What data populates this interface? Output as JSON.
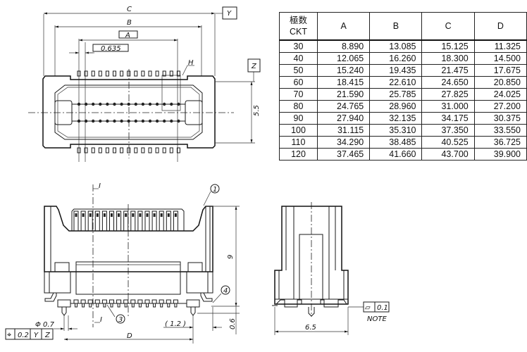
{
  "dimension_table": {
    "header_ckt_jp": "極数",
    "header_ckt_en": "CKT",
    "columns": [
      "A",
      "B",
      "C",
      "D"
    ],
    "rows": [
      {
        "ckt": "30",
        "values": [
          "8.890",
          "13.085",
          "15.125",
          "11.325"
        ]
      },
      {
        "ckt": "40",
        "values": [
          "12.065",
          "16.260",
          "18.300",
          "14.500"
        ]
      },
      {
        "ckt": "50",
        "values": [
          "15.240",
          "19.435",
          "21.475",
          "17.675"
        ]
      },
      {
        "ckt": "60",
        "values": [
          "18.415",
          "22.610",
          "24.650",
          "20.850"
        ]
      },
      {
        "ckt": "70",
        "values": [
          "21.590",
          "25.785",
          "27.825",
          "24.025"
        ]
      },
      {
        "ckt": "80",
        "values": [
          "24.765",
          "28.960",
          "31.000",
          "27.200"
        ]
      },
      {
        "ckt": "90",
        "values": [
          "27.940",
          "32.135",
          "34.175",
          "30.375"
        ]
      },
      {
        "ckt": "100",
        "values": [
          "31.115",
          "35.310",
          "37.350",
          "33.550"
        ]
      },
      {
        "ckt": "110",
        "values": [
          "34.290",
          "38.485",
          "40.525",
          "36.725"
        ]
      },
      {
        "ckt": "120",
        "values": [
          "37.465",
          "41.660",
          "43.700",
          "39.900"
        ]
      }
    ]
  },
  "top_view": {
    "dim_c": "C",
    "dim_b": "B",
    "dim_a": "A",
    "pitch": "0.635",
    "label_h": "H",
    "datum_y": "Y",
    "datum_z": "Z",
    "height_dim": "5.5"
  },
  "front_view": {
    "callout_1": "1",
    "callout_3": "3",
    "callout_4": "4",
    "section_mark": "I",
    "dim_d": "D",
    "dim_height": "9",
    "dim_standoff": "0.6",
    "dim_ref": "( 1.2 )",
    "dim_post_dia": "Φ 0.7",
    "position_tolerance": {
      "symbol": "⌖",
      "value": "0.2",
      "datum1": "Y",
      "datum2": "Z"
    }
  },
  "side_view": {
    "dim_width": "6.5",
    "flatness": {
      "symbol": "▱",
      "value": "0.1"
    },
    "note": "NOTE"
  }
}
